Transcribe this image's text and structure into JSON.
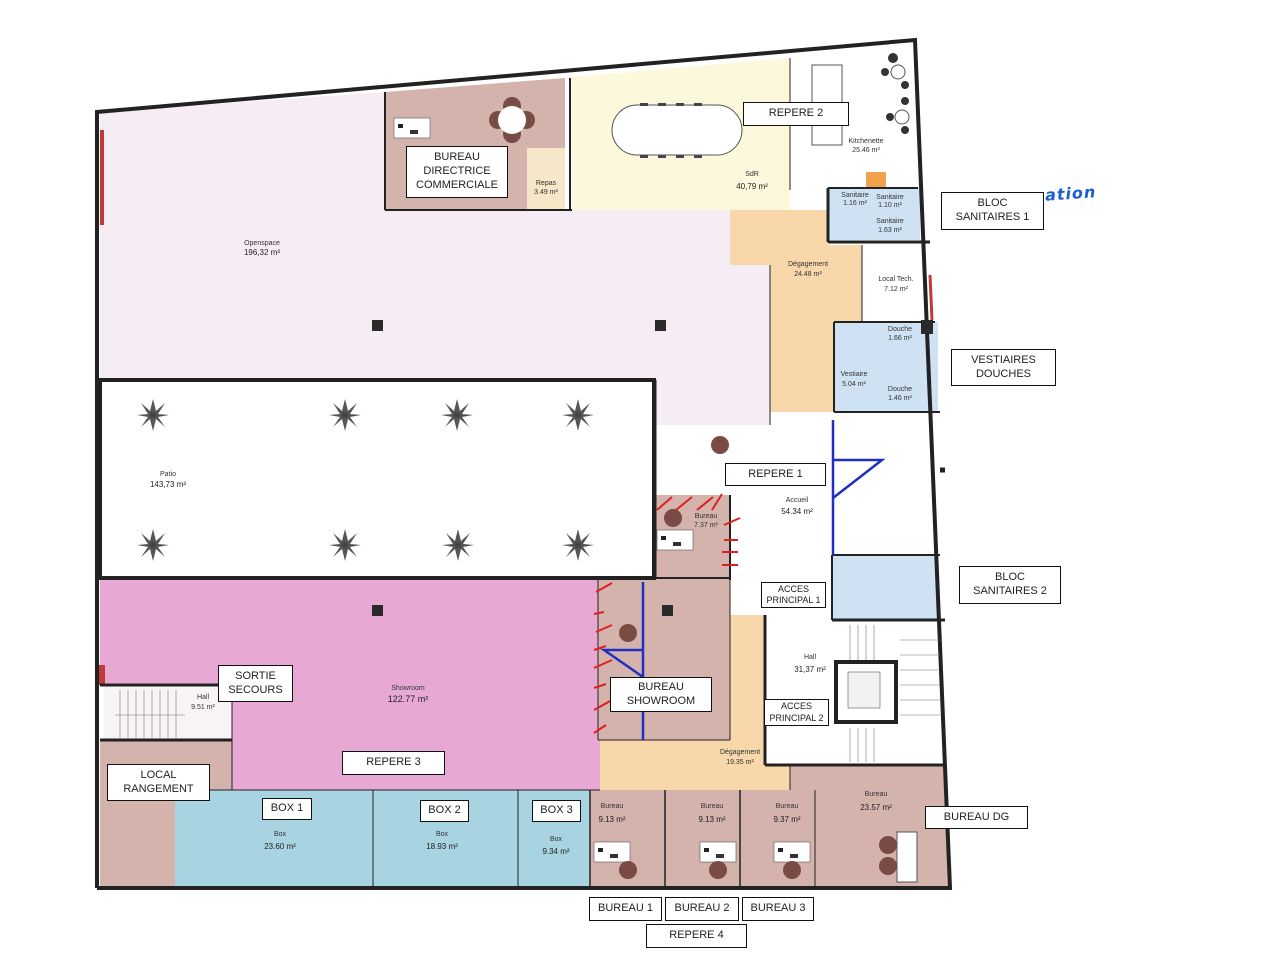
{
  "colors": {
    "openspace": "#f6ecf3",
    "patio": "#ffffff",
    "showroom": "#e7a9d4",
    "office": "#d4b3ad",
    "meeting": "#fbf8dc",
    "corridor": "#f8d8ab",
    "sanitary": "#cfe2f3",
    "box": "#a8d3e0",
    "wall": "#222222",
    "red_mark": "#e02020",
    "blue_mark": "#1f2fbf",
    "handwriting": "#1a5fd0"
  },
  "rooms": {
    "openspace": {
      "name": "Openspace",
      "area": "196,32 m²"
    },
    "patio": {
      "name": "Patio",
      "area": "143,73 m²"
    },
    "showroom": {
      "name": "Showroom",
      "area": "122.77 m²"
    },
    "hall_secours": {
      "name": "Hall",
      "area": "9.51 m²"
    },
    "repas": {
      "name": "Repas",
      "area": "3.49 m²"
    },
    "salle_reunion": {
      "name": "SdR",
      "area": "40,79 m²"
    },
    "kitchenette": {
      "name": "Kitchenette",
      "area": "25.46 m²"
    },
    "sanitaire_a": {
      "name": "Sanitaire",
      "area": "1.16 m²"
    },
    "sanitaire_b": {
      "name": "Sanitaire",
      "area": "1.10 m²"
    },
    "sanitaire_c": {
      "name": "Sanitaire",
      "area": "1.63 m²"
    },
    "degagement_top": {
      "name": "Dégagement",
      "area": "24.48 m²"
    },
    "local_tech": {
      "name": "Local Tech.",
      "area": "7.12 m²"
    },
    "douche_a": {
      "name": "Douche",
      "area": "1.66 m²"
    },
    "vestiaire": {
      "name": "Vestiaire",
      "area": "5.04 m²"
    },
    "douche_b": {
      "name": "Douche",
      "area": "1.46 m²"
    },
    "accueil": {
      "name": "Accueil",
      "area": "54.34 m²"
    },
    "bureau_accueil": {
      "name": "Bureau",
      "area": "7.37 m²"
    },
    "hall_principal": {
      "name": "Hall",
      "area": "31,37 m²"
    },
    "degagement_bottom": {
      "name": "Dégagement",
      "area": "19.35 m²"
    },
    "box1": {
      "name": "Box",
      "area": "23.60 m²"
    },
    "box2": {
      "name": "Box",
      "area": "18.93 m²"
    },
    "box3": {
      "name": "Box",
      "area": "9.34 m²"
    },
    "bureau1": {
      "name": "Bureau",
      "area": "9.13 m²"
    },
    "bureau2": {
      "name": "Bureau",
      "area": "9.13 m²"
    },
    "bureau3": {
      "name": "Bureau",
      "area": "9.37 m²"
    },
    "bureau_dg": {
      "name": "Bureau",
      "area": "23.57 m²"
    }
  },
  "callouts": {
    "bureau_directrice": [
      "BUREAU",
      "DIRECTRICE",
      "COMMERCIALE"
    ],
    "repere2": [
      "REPERE 2"
    ],
    "bloc_sanitaires1": [
      "BLOC",
      "SANITAIRES 1"
    ],
    "vestiaires_douches": [
      "VESTIAIRES",
      "DOUCHES"
    ],
    "repere1": [
      "REPERE 1"
    ],
    "bloc_sanitaires2": [
      "BLOC",
      "SANITAIRES 2"
    ],
    "acces_principal1": [
      "ACCES",
      "PRINCIPAL 1"
    ],
    "acces_principal2": [
      "ACCES",
      "PRINCIPAL 2"
    ],
    "sortie_secours": [
      "SORTIE",
      "SECOURS"
    ],
    "bureau_showroom": [
      "BUREAU",
      "SHOWROOM"
    ],
    "local_rangement": [
      "LOCAL",
      "RANGEMENT"
    ],
    "repere3": [
      "REPERE 3"
    ],
    "box1": [
      "BOX 1"
    ],
    "box2": [
      "BOX 2"
    ],
    "box3": [
      "BOX 3"
    ],
    "bureau_dg": [
      "BUREAU DG"
    ],
    "bureau1": [
      "BUREAU 1"
    ],
    "bureau2": [
      "BUREAU 2"
    ],
    "bureau3": [
      "BUREAU 3"
    ],
    "repere4": [
      "REPERE 4"
    ]
  },
  "handwritten_note": "ation"
}
